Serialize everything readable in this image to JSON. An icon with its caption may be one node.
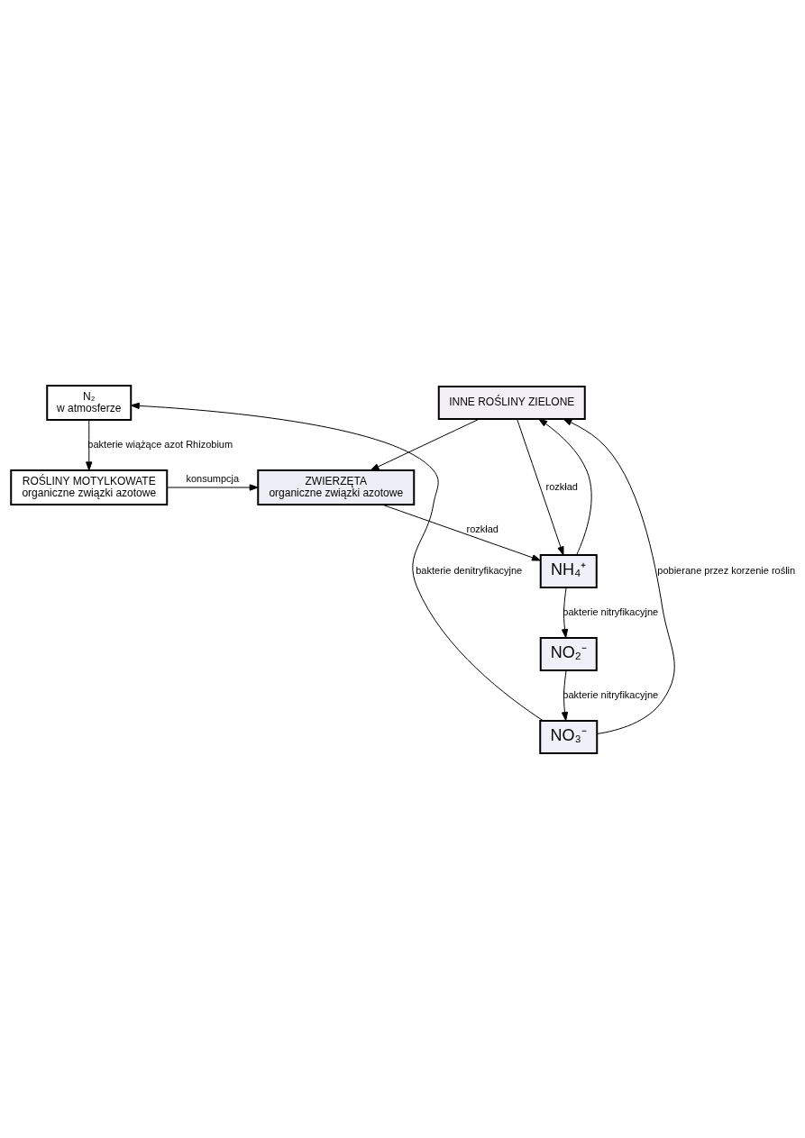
{
  "diagram": {
    "nodes": [
      {
        "text": [
          "N₂",
          "w atmosferze"
        ]
      },
      {
        "text": [
          "ROŚLINY MOTYLKOWATE",
          "organiczne związki azotowe"
        ]
      },
      {
        "text": [
          "ZWIERZĘTA",
          "organiczne związki azotowe"
        ]
      },
      {
        "text": [
          "INNE ROŚLINY ZIELONE"
        ]
      },
      {
        "text": [
          "NH₄⁺"
        ]
      },
      {
        "text": [
          "NO₂⁻"
        ]
      },
      {
        "text": [
          "NO₃⁻"
        ]
      }
    ],
    "edges": [
      {
        "from": 0,
        "to": 1,
        "arrow": "to",
        "label": "bakterie wiążące azot Rhizobium"
      },
      {
        "from": 1,
        "to": 2,
        "arrow": "to",
        "label": "konsumpcja"
      },
      {
        "from": 3,
        "to": 2,
        "arrow": "to"
      },
      {
        "from": 3,
        "to": 4,
        "arrow": "to",
        "label": "rozkład"
      },
      {
        "from": 2,
        "to": 4,
        "arrow": "to",
        "label": "rozkład"
      },
      {
        "from": 4,
        "to": 3,
        "arrow": "to"
      },
      {
        "from": 4,
        "to": 5,
        "arrow": "to",
        "label": "bakterie nitryfikacyjne"
      },
      {
        "from": 5,
        "to": 6,
        "arrow": "to",
        "label": "bakterie nitryfikacyjne"
      },
      {
        "from": 6,
        "to": 3,
        "arrow": "to",
        "label": "pobierane przez korzenie roślin"
      },
      {
        "from": 6,
        "to": 0,
        "arrow": "to",
        "label": "bakterie denitryfikacyjne"
      }
    ]
  }
}
